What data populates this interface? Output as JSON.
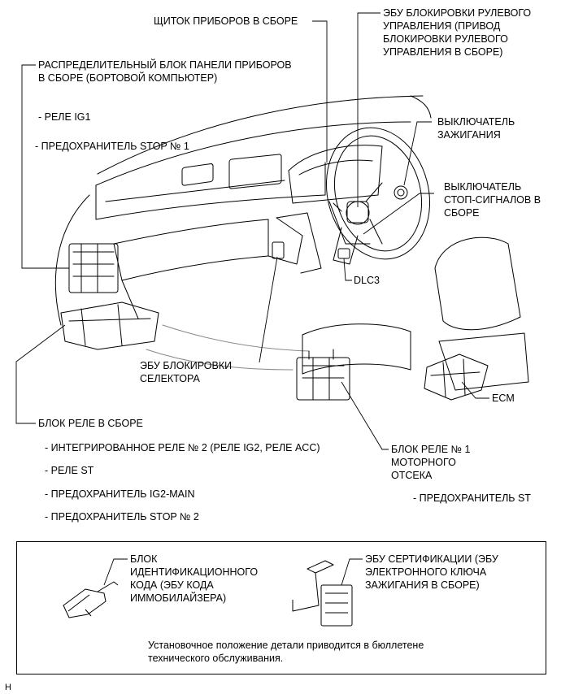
{
  "labels": {
    "instrument_cluster": "ЩИТОК ПРИБОРОВ В СБОРЕ",
    "steering_lock_ecu": [
      "ЭБУ БЛОКИРОВКИ РУЛЕВОГО",
      "УПРАВЛЕНИЯ (ПРИВОД",
      "БЛОКИРОВКИ РУЛЕВОГО",
      "УПРАВЛЕНИЯ В СБОРЕ)"
    ],
    "junction_block": [
      "РАСПРЕДЕЛИТЕЛЬНЫЙ БЛОК ПАНЕЛИ ПРИБОРОВ",
      "В СБОРЕ (БОРТОВОЙ КОМПЬЮТЕР)"
    ],
    "junction_items": [
      "- РЕЛЕ IG1",
      "- ПРЕДОХРАНИТЕЛЬ STOP №  1"
    ],
    "ignition_switch": [
      "ВЫКЛЮЧАТЕЛЬ",
      "ЗАЖИГАНИЯ"
    ],
    "stop_light_switch": [
      "ВЫКЛЮЧАТЕЛЬ",
      "СТОП-СИГНАЛОВ В",
      "СБОРЕ"
    ],
    "dlc3": "DLC3",
    "shift_lock_ecu": [
      "ЭБУ БЛОКИРОВКИ",
      "СЕЛЕКТОРА"
    ],
    "ecm": "ECM",
    "relay_block": "БЛОК РЕЛЕ В СБОРЕ",
    "relay_items": [
      "- ИНТЕГРИРОВАННОЕ РЕЛЕ № 2 (РЕЛЕ IG2, РЕЛЕ ACC)",
      "- РЕЛЕ ST",
      "- ПРЕДОХРАНИТЕЛЬ IG2-MAIN",
      "- ПРЕДОХРАНИТЕЛЬ STOP №  2"
    ],
    "engine_relay_block": [
      "БЛОК РЕЛЕ № 1",
      "МОТОРНОГО",
      "ОТСЕКА"
    ],
    "engine_relay_items": [
      "- ПРЕДОХРАНИТЕЛЬ ST"
    ]
  },
  "inset": {
    "transponder_key": [
      "БЛОК",
      "ИДЕНТИФИКАЦИОННОГО",
      "КОДА (ЭБУ КОДА",
      "ИММОБИЛАЙЗЕРА)"
    ],
    "certification_ecu": [
      "ЭБУ СЕРТИФИКАЦИИ (ЭБУ",
      "ЭЛЕКТРОННОГО КЛЮЧА",
      "ЗАЖИГАНИЯ В СБОРЕ)"
    ],
    "note": [
      "Установочное положение детали приводится в бюллетене",
      "технического обслуживания."
    ]
  },
  "corner_mark": "H"
}
